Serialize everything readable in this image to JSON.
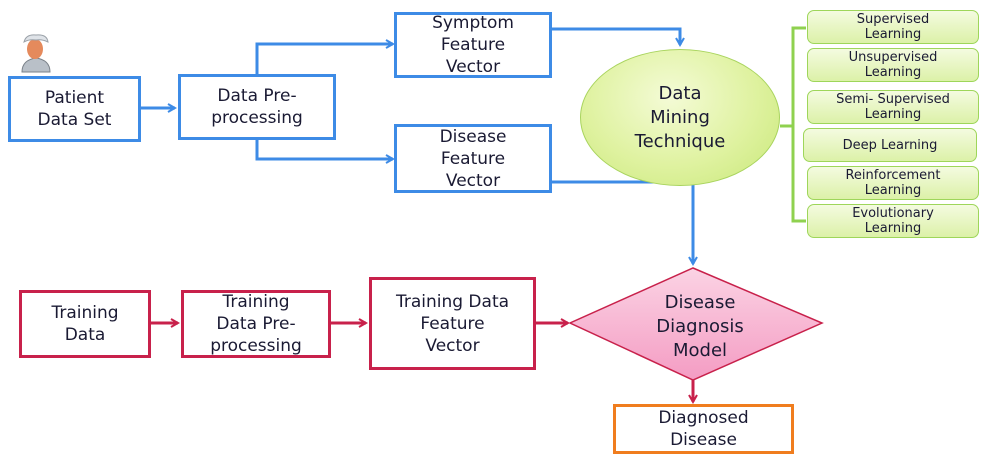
{
  "diagram": {
    "top_flow": {
      "patient_data_set": "Patient\nData Set",
      "data_preprocessing": "Data Pre-\nprocessing",
      "symptom_feature_vector": "Symptom\nFeature\nVector",
      "disease_feature_vector": "Disease\nFeature\nVector",
      "data_mining_technique": "Data\nMining\nTechnique"
    },
    "learning_types": [
      "Supervised\nLearning",
      "Unsupervised\nLearning",
      "Semi- Supervised\nLearning",
      "Deep Learning",
      "Reinforcement\nLearning",
      "Evolutionary\nLearning"
    ],
    "bottom_flow": {
      "training_data": "Training\nData",
      "training_data_preprocessing": "Training\nData Pre-\nprocessing",
      "training_data_feature_vector": "Training Data\nFeature\nVector",
      "disease_diagnosis_model": "Disease\nDiagnosis\nModel",
      "diagnosed_disease": "Diagnosed\nDisease"
    },
    "icons": {
      "patient": "patient-avatar-icon"
    },
    "colors": {
      "blue_flow": "#3d8be6",
      "red_flow": "#c8214b",
      "output_border": "#f07d1e",
      "technique_fill": "#dff2a0",
      "model_fill": "#f9b8d3",
      "learning_bracket": "#8fd14f"
    }
  }
}
